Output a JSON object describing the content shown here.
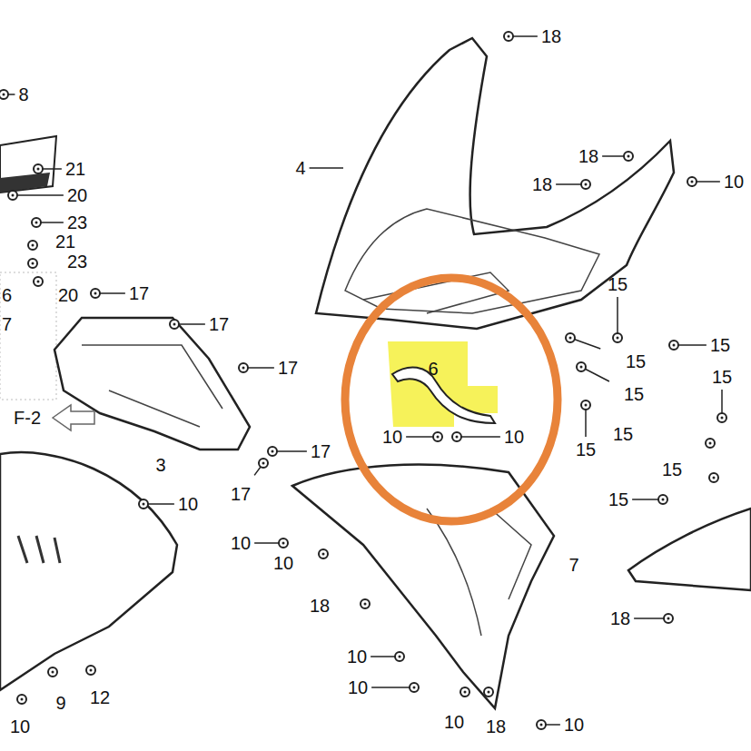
{
  "diagram": {
    "labels": [
      "8",
      "18",
      "21",
      "20",
      "23",
      "21",
      "23",
      "20",
      "4",
      "18",
      "18",
      "10",
      "17",
      "6",
      "17",
      "7",
      "15",
      "15",
      "15",
      "15",
      "15",
      "17",
      "6",
      "F-2",
      "15",
      "15",
      "10",
      "10",
      "15",
      "15",
      "17",
      "3",
      "17",
      "10",
      "10",
      "10",
      "7",
      "18",
      "18",
      "10",
      "10",
      "12",
      "9",
      "10",
      "10",
      "18",
      "10"
    ]
  }
}
